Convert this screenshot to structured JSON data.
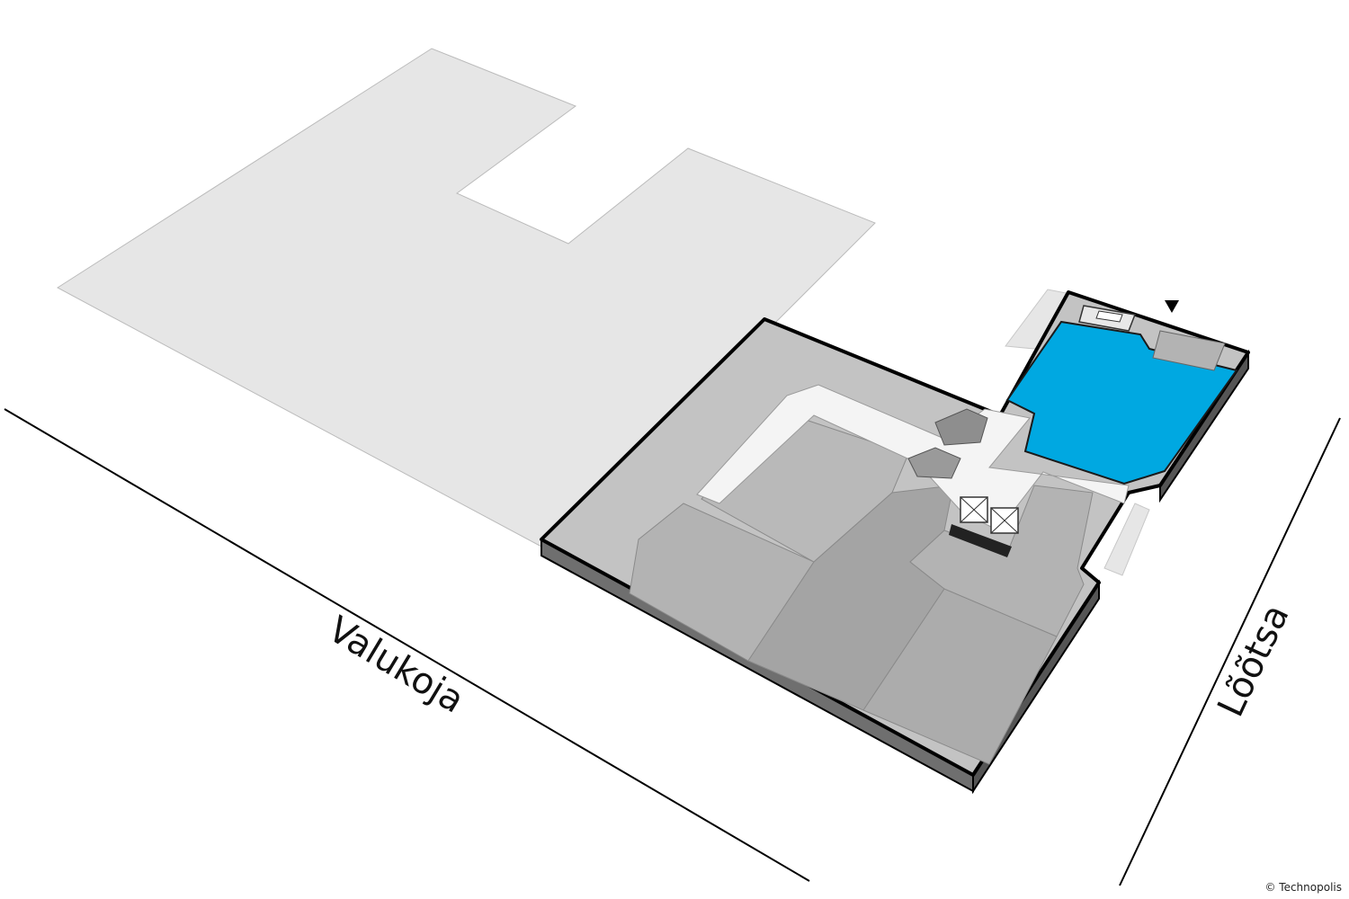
{
  "streets": {
    "south": "Valukoja",
    "east": "Lõõtsa"
  },
  "credit": "© Technopolis",
  "colors": {
    "background": "#ffffff",
    "neighbor_building": "#e6e6e6",
    "courtyard": "#c3c3c3",
    "office_floor": "#b3b3b3",
    "office_floor_dark": "#a4a4a4",
    "wall_side": "#6f6f6f",
    "corridor": "#f4f4f4",
    "highlight": "#00a8e1",
    "outline": "#000000"
  },
  "icons": [
    "entrance-marker-icon",
    "elevator-icon",
    "stairs-icon"
  ]
}
